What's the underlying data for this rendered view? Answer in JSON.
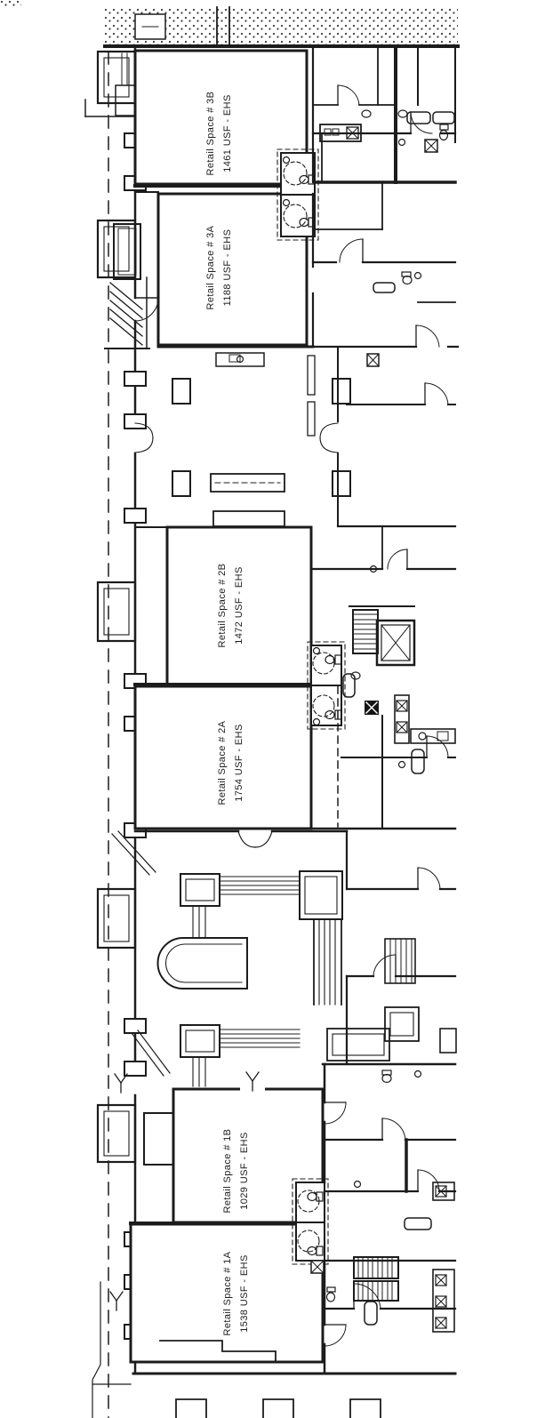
{
  "plan": {
    "kind": "architectural floor plan - ground floor retail and residential",
    "retail_spaces": [
      {
        "name": "Retail Space # 3B",
        "area": "1461 USF - EHS"
      },
      {
        "name": "Retail Space # 3A",
        "area": "1188 USF - EHS"
      },
      {
        "name": "Retail Space # 2B",
        "area": "1472 USF - EHS"
      },
      {
        "name": "Retail Space # 2A",
        "area": "1754 USF - EHS"
      },
      {
        "name": "Retail Space # 1B",
        "area": "1029 USF - EHS"
      },
      {
        "name": "Retail Space # 1A",
        "area": "1538 USF - EHS"
      }
    ],
    "colors": {
      "ink": "#1c1c1c",
      "paper": "#ffffff"
    }
  }
}
